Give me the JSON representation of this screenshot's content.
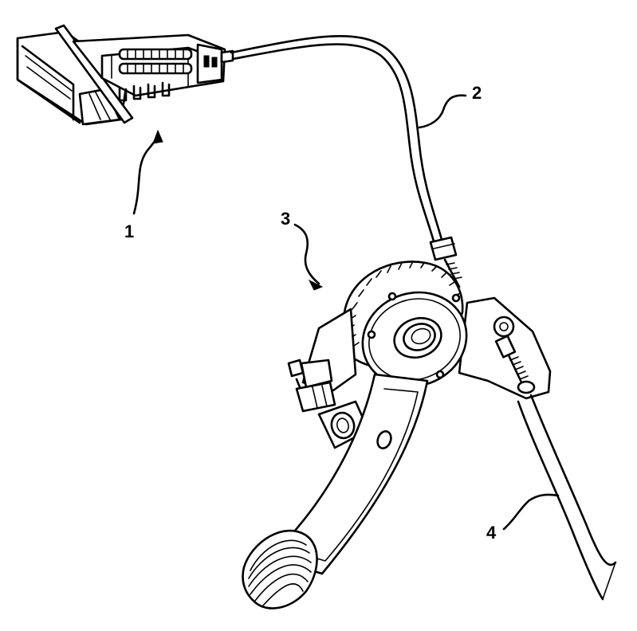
{
  "figure": {
    "callouts": [
      {
        "id": "1",
        "label": "1",
        "part": "accelerator-control-module"
      },
      {
        "id": "2",
        "label": "2",
        "part": "bowden-cable"
      },
      {
        "id": "3",
        "label": "3",
        "part": "pedal-pivot-assembly"
      },
      {
        "id": "4",
        "label": "4",
        "part": "return-strut"
      }
    ],
    "colors": {
      "ink": "#000000",
      "paper": "#ffffff"
    }
  }
}
